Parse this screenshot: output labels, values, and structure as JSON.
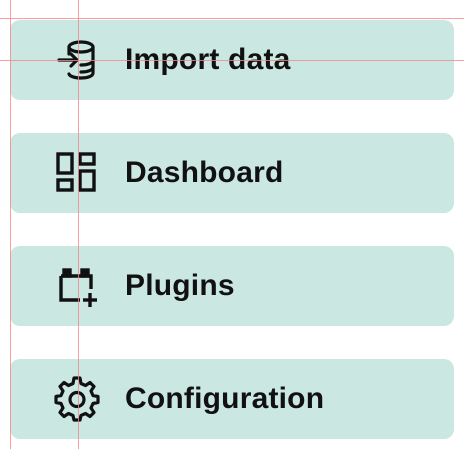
{
  "menu": {
    "items": [
      {
        "label": "Import data",
        "icon": "database-import-icon"
      },
      {
        "label": "Dashboard",
        "icon": "dashboard-grid-icon"
      },
      {
        "label": "Plugins",
        "icon": "plugin-add-icon"
      },
      {
        "label": "Configuration",
        "icon": "gear-icon"
      }
    ]
  },
  "colors": {
    "item_background": "#cae7e2",
    "text": "#111111",
    "guide_lines": "#f08a8a"
  }
}
